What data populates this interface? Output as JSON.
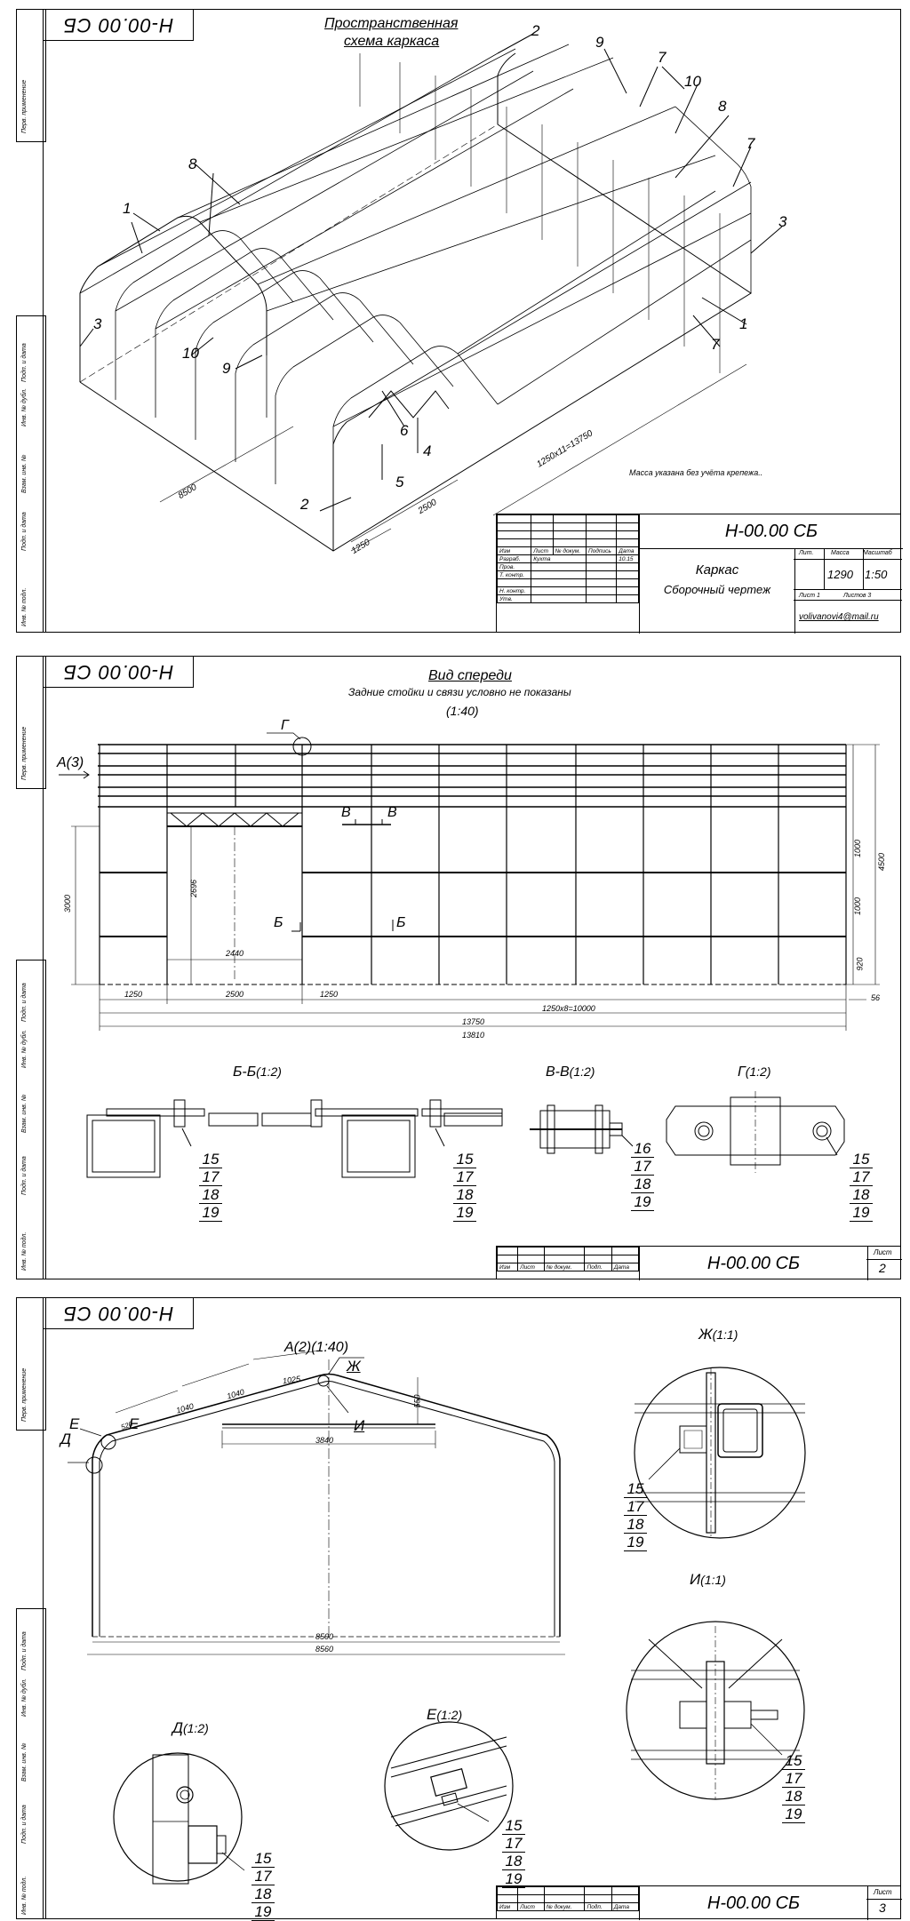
{
  "sidebar_labels": [
    "Перв. применение",
    "Подп. и дата",
    "Инв. № дубл.",
    "Взам. инв. №",
    "Подп. и дата",
    "Инв. № подл."
  ],
  "sheet1": {
    "stamp": "Н-00.00 СБ",
    "title_line1": "Пространственная",
    "title_line2": "схема каркаса",
    "callouts": [
      "2",
      "9",
      "7",
      "10",
      "8",
      "7",
      "3",
      "1",
      "7",
      "8",
      "1",
      "3",
      "10",
      "9",
      "6",
      "4",
      "5",
      "2"
    ],
    "dims": {
      "length": "1250x11=13750",
      "width": "8500",
      "d2500": "2500",
      "d1250": "1250"
    },
    "note": "Масса указана без учёта крепежа..",
    "titleblock": {
      "doc_code": "Н-00.00 СБ",
      "name_line1": "Каркас",
      "name_line2": "Сборочный чертеж",
      "headers": [
        "Изм",
        "Лист",
        "№ докум.",
        "Подпись",
        "Дата"
      ],
      "rows": [
        [
          "Разраб.",
          "Кухта",
          "",
          "10.15"
        ],
        [
          "Пров.",
          "",
          "",
          ""
        ],
        [
          "Т. контр.",
          "",
          "",
          ""
        ],
        [
          "",
          "",
          "",
          ""
        ],
        [
          "Н. контр.",
          "",
          "",
          ""
        ],
        [
          "Утв.",
          "",
          "",
          ""
        ]
      ],
      "lit": "Лит.",
      "mass_label": "Масса",
      "scale_label": "Масштаб",
      "mass": "1290",
      "scale": "1:50",
      "sheet_label": "Лист 1",
      "sheets_label": "Листов 3",
      "email": "volivanovi4@mail.ru"
    }
  },
  "sheet2": {
    "stamp": "Н-00.00 СБ",
    "title": "Вид спереди",
    "subtitle": "Задние стойки и связи условно не показаны",
    "scale": "(1:40)",
    "labels": {
      "g": "Г",
      "a3": "А(3)",
      "v1": "В",
      "v2": "В",
      "b1": "Б",
      "b2": "Б"
    },
    "dims": {
      "h3000": "3000",
      "h2696": "2696",
      "w2440": "2440",
      "h1000a": "1000",
      "h1000b": "1000",
      "h920": "920",
      "h4500": "4500",
      "d56": "56",
      "b1250a": "1250",
      "b2500": "2500",
      "b1250b": "1250",
      "b1250x8": "1250x8=10000",
      "b13750": "13750",
      "b13810": "13810"
    },
    "sections": [
      {
        "name": "Б-Б",
        "scale": "(1:2)",
        "parts": [
          "15",
          "17",
          "18",
          "19"
        ],
        "parts2": [
          "15",
          "17",
          "18",
          "19"
        ]
      },
      {
        "name": "В-В",
        "scale": "(1:2)",
        "parts": [
          "16",
          "17",
          "18",
          "19"
        ]
      },
      {
        "name": "Г",
        "scale": "(1:2)",
        "parts": [
          "15",
          "17",
          "18",
          "19"
        ]
      }
    ],
    "titleblock": {
      "doc_code": "Н-00.00 СБ",
      "sheet_label": "Лист",
      "sheet_no": "2",
      "headers": [
        "Изм",
        "Лист",
        "№ докум.",
        "Подп.",
        "Дата"
      ]
    }
  },
  "sheet3": {
    "stamp": "Н-00.00 СБ",
    "title": "А(2)(1:40)",
    "labels": {
      "zh": "Ж",
      "i": "И",
      "e1": "Е",
      "e2": "Е",
      "d": "Д"
    },
    "dims": {
      "d1040a": "1040",
      "d1040b": "1040",
      "d1025": "1025",
      "d520": "520",
      "d550": "550",
      "d3840": "3840",
      "d8500": "8500",
      "d8560": "8560"
    },
    "details": [
      {
        "name": "Ж",
        "scale": "(1:1)",
        "parts": [
          "15",
          "17",
          "18",
          "19"
        ]
      },
      {
        "name": "И",
        "scale": "(1:1)",
        "parts": [
          "15",
          "17",
          "18",
          "19"
        ]
      },
      {
        "name": "Д",
        "scale": "(1:2)",
        "parts": [
          "15",
          "17",
          "18",
          "19"
        ]
      },
      {
        "name": "Е",
        "scale": "(1:2)",
        "parts": [
          "15",
          "17",
          "18",
          "19"
        ]
      }
    ],
    "titleblock": {
      "doc_code": "Н-00.00 СБ",
      "sheet_label": "Лист",
      "sheet_no": "3",
      "headers": [
        "Изм",
        "Лист",
        "№ докум.",
        "Подп.",
        "Дата"
      ]
    }
  }
}
